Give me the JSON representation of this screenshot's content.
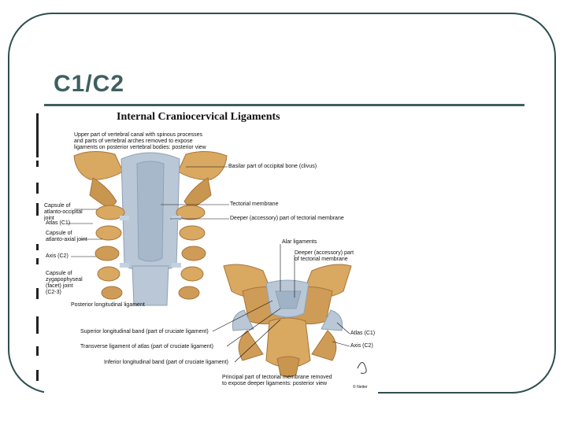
{
  "slide": {
    "title": "C1/C2"
  },
  "figure": {
    "title": "Internal Craniocervical Ligaments",
    "labels": {
      "upper_note": "Upper part of vertebral canal with spinous processes\nand parts of vertebral arches removed to expose\nligaments on posterior vertebral bodies: posterior view",
      "basilar": "Basilar part of occipital bone (clivus)",
      "tectorial": "Tectorial membrane",
      "deeper_tectorial": "Deeper (accessory) part of tectorial membrane",
      "capsule_ao": "Capsule of\natlanto-occipital joint",
      "atlas_left": "Atlas (C1)",
      "capsule_aa": "Capsule of\natlanto-axial joint",
      "axis_left": "Axis (C2)",
      "capsule_zyg": "Capsule of\nzygapophyseal\n(facet) joint\n(C2-3)",
      "alar": "Alar ligaments",
      "deeper_part": "Deeper (accessory) part\nof tectorial membrane",
      "posterior_long": "Posterior longitudinal ligament",
      "superior_band": "Superior longitudinal band (part of cruciate ligament)",
      "transverse": "Transverse ligament of atlas (part of cruciate ligament)",
      "atlas_right": "Atlas (C1)",
      "axis_right": "Axis (C2)",
      "inferior_band": "Inferior longitudinal band (part of cruciate ligament)",
      "principal": "Principal part of tectorial membrane removed\nto expose deeper ligaments: posterior view",
      "signature": "© Netter"
    }
  },
  "colors": {
    "frame": "#2f4f4f",
    "title": "#3f5f5f",
    "bone": "#d9a861",
    "bone_dark": "#a8743a",
    "ligament": "#b9c7d6",
    "ligament_dark": "#8fa2b8"
  }
}
